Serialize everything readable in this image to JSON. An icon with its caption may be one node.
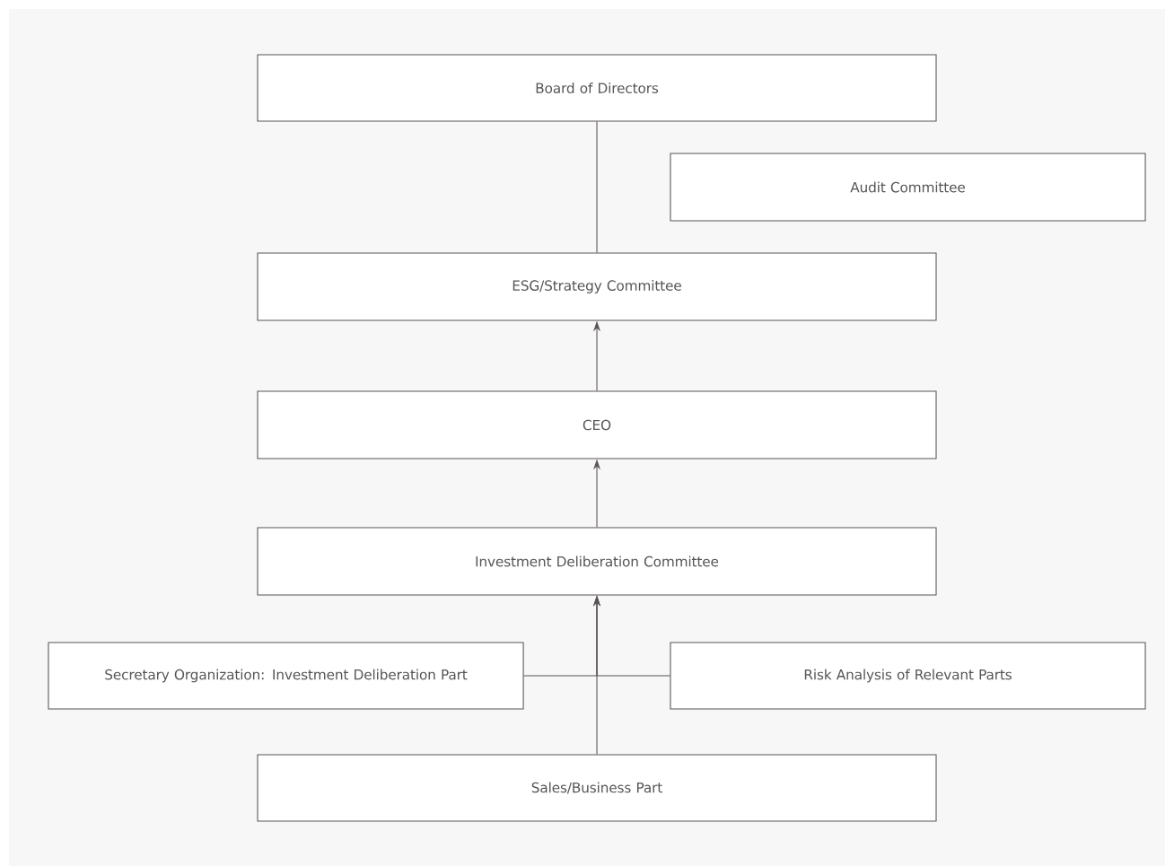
{
  "diagram": {
    "nodes": [
      {
        "text": [
          "Board of Directors"
        ]
      },
      {
        "text": [
          "Audit Committee"
        ]
      },
      {
        "text": [
          "ESG/Strategy Committee"
        ]
      },
      {
        "text": [
          "CEO"
        ]
      },
      {
        "text": [
          "Investment Deliberation Committee"
        ]
      },
      {
        "text": [
          "Secretary Organization: Investment Deliberation Part"
        ]
      },
      {
        "text": [
          "Risk Analysis of Relevant Parts"
        ]
      },
      {
        "text": [
          "Sales/Business Part"
        ]
      }
    ],
    "edges": [
      {
        "from": 0,
        "to": 2,
        "arrow": "none"
      },
      {
        "from": 3,
        "to": 2,
        "arrow": "to"
      },
      {
        "from": 4,
        "to": 3,
        "arrow": "to"
      },
      {
        "from": 7,
        "to": 4,
        "arrow": "to"
      },
      {
        "from": 5,
        "to": 4,
        "arrow": "to"
      },
      {
        "from": 6,
        "to": 4,
        "arrow": "to"
      }
    ]
  }
}
